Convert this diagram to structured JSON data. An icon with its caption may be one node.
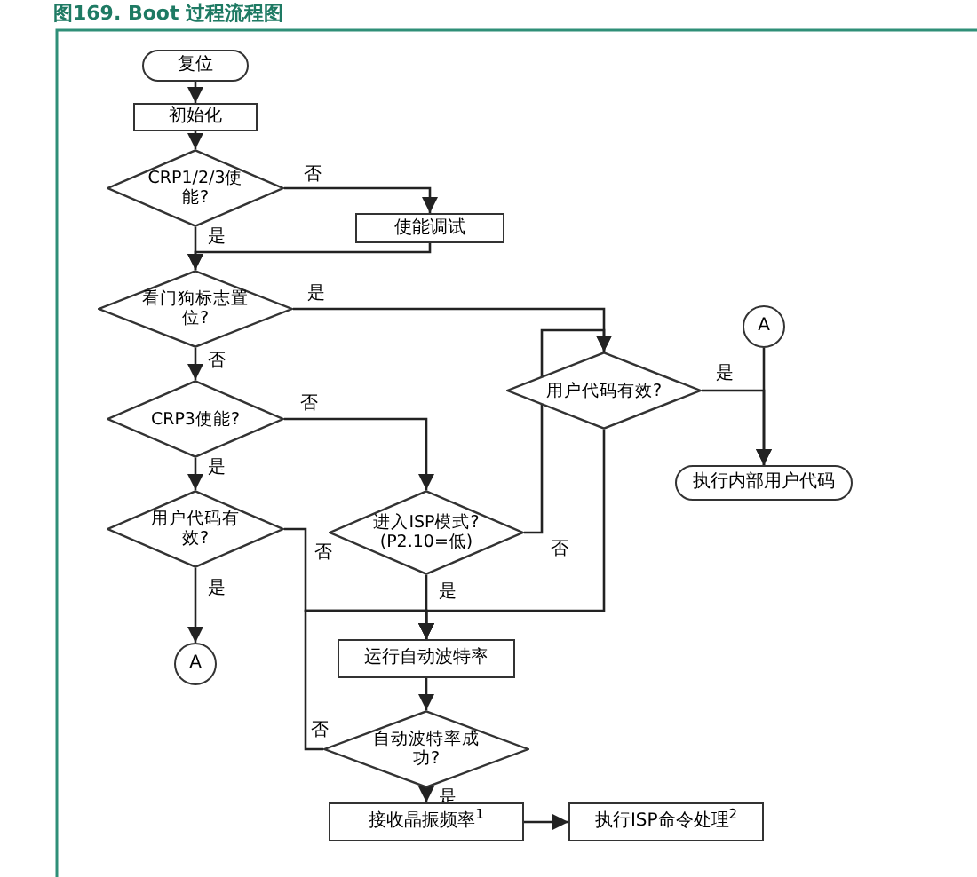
{
  "diagram": {
    "title": "图169. Boot 过程流程图",
    "nodes": [
      {
        "text": [
          "复位"
        ]
      },
      {
        "text": [
          "初始化"
        ]
      },
      {
        "text": [
          "CRP1/2/3使能?"
        ]
      },
      {
        "text": [
          "使能调试"
        ]
      },
      {
        "text": [
          "看门狗标志置位?"
        ]
      },
      {
        "text": [
          "CRP3使能?"
        ]
      },
      {
        "text": [
          "用户代码有效?"
        ]
      },
      {
        "text": [
          "A"
        ]
      },
      {
        "text": [
          "进入ISP模式? (P2.10=低)"
        ]
      },
      {
        "text": [
          "用户代码有效?"
        ]
      },
      {
        "text": [
          "A"
        ]
      },
      {
        "text": [
          "执行内部用户代码"
        ]
      },
      {
        "text": [
          "运行自动波特率"
        ]
      },
      {
        "text": [
          "自动波特率成功?"
        ]
      },
      {
        "text": [
          "接收晶振频率$^{1}$"
        ]
      },
      {
        "text": [
          "执行ISP命令处理$^{2}$"
        ]
      }
    ],
    "edges": [
      {
        "from": 0,
        "to": 1,
        "arrow": "to"
      },
      {
        "from": 1,
        "to": 2,
        "arrow": "to"
      },
      {
        "from": 2,
        "to": 3,
        "arrow": "to",
        "label": "否"
      },
      {
        "from": 2,
        "to": 4,
        "arrow": "to",
        "label": "是"
      },
      {
        "from": 3,
        "to": 4,
        "arrow": "to"
      },
      {
        "from": 4,
        "to": 9,
        "arrow": "to",
        "label": "是"
      },
      {
        "from": 4,
        "to": 5,
        "arrow": "to",
        "label": "否"
      },
      {
        "from": 5,
        "to": 8,
        "arrow": "to",
        "label": "否"
      },
      {
        "from": 5,
        "to": 6,
        "arrow": "to",
        "label": "是"
      },
      {
        "from": 6,
        "to": 7,
        "arrow": "to",
        "label": "是"
      },
      {
        "from": 6,
        "to": 12,
        "arrow": "to",
        "label": "否"
      },
      {
        "from": 8,
        "to": 12,
        "arrow": "to",
        "label": "是"
      },
      {
        "from": 8,
        "to": 9,
        "arrow": "to",
        "label": "否"
      },
      {
        "from": 9,
        "to": 12,
        "arrow": "to"
      },
      {
        "from": 9,
        "to": 11,
        "arrow": "to",
        "label": "是"
      },
      {
        "from": 10,
        "to": 11,
        "arrow": "to"
      },
      {
        "from": 12,
        "to": 13,
        "arrow": "to"
      },
      {
        "from": 13,
        "to": 12,
        "arrow": "to",
        "label": "否"
      },
      {
        "from": 13,
        "to": 14,
        "arrow": "to",
        "label": "是"
      },
      {
        "from": 14,
        "to": 15,
        "arrow": "to"
      }
    ]
  }
}
